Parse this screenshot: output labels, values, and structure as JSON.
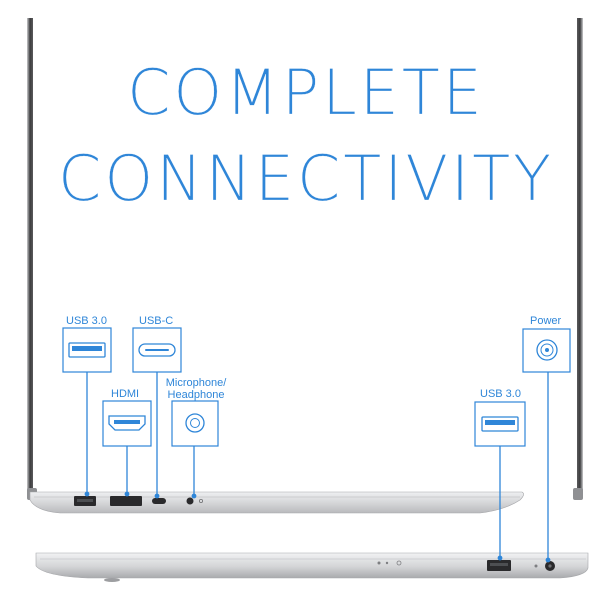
{
  "headline": {
    "line1": "COMPLETE",
    "line2": "CONNECTIVITY"
  },
  "ports": {
    "usb3_left": "USB 3.0",
    "usbc": "USB-C",
    "hdmi": "HDMI",
    "mic_line1": "Microphone/",
    "mic_line2": "Headphone",
    "usb3_right": "USB 3.0",
    "power": "Power"
  },
  "colors": {
    "accent": "#2f86d8",
    "laptop_silver": "#d9dadc",
    "screen_bezel": "#3a3a3c",
    "background": "#ffffff"
  }
}
